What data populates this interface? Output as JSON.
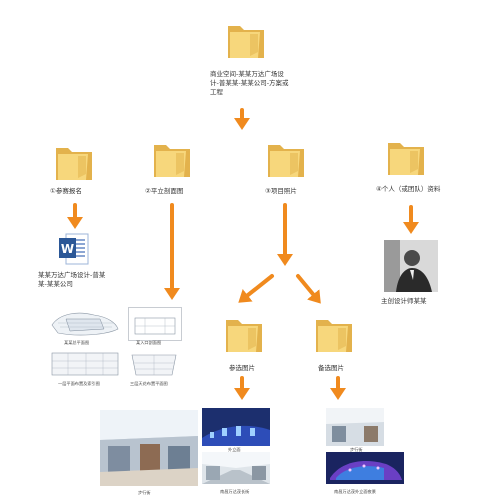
{
  "colors": {
    "arrow": "#f08a1e",
    "folder_light": "#f7d77c",
    "folder_dark": "#e3b24c"
  },
  "root": {
    "label": "商业空间-某某万达广场设计-普某某-某某公司-方案或工程"
  },
  "branches": [
    {
      "label": "①参赛报名"
    },
    {
      "label": "②平立剖面图"
    },
    {
      "label": "③项目照片"
    },
    {
      "label": "④个人（或团队）资料"
    }
  ],
  "doc": {
    "icon": "word-doc-icon",
    "label": "某某万达广场设计-普某某-某某公司"
  },
  "drawings": [
    {
      "caption": "某某总平面图"
    },
    {
      "caption": "某入口剖面图"
    },
    {
      "caption": "一层平面布置及索引图"
    },
    {
      "caption": "三层天花布置平面图"
    }
  ],
  "person": {
    "label": "主创设计师某某"
  },
  "sub_folders": [
    {
      "label": "参选图片"
    },
    {
      "label": "备选图片"
    }
  ],
  "photos_left": [
    {
      "caption": "步行街"
    },
    {
      "caption": "外立面"
    },
    {
      "caption": "南昌万达茂长街"
    }
  ],
  "photos_right": [
    {
      "caption": "步行街"
    },
    {
      "caption": "南昌万达茂外立面夜景"
    }
  ]
}
